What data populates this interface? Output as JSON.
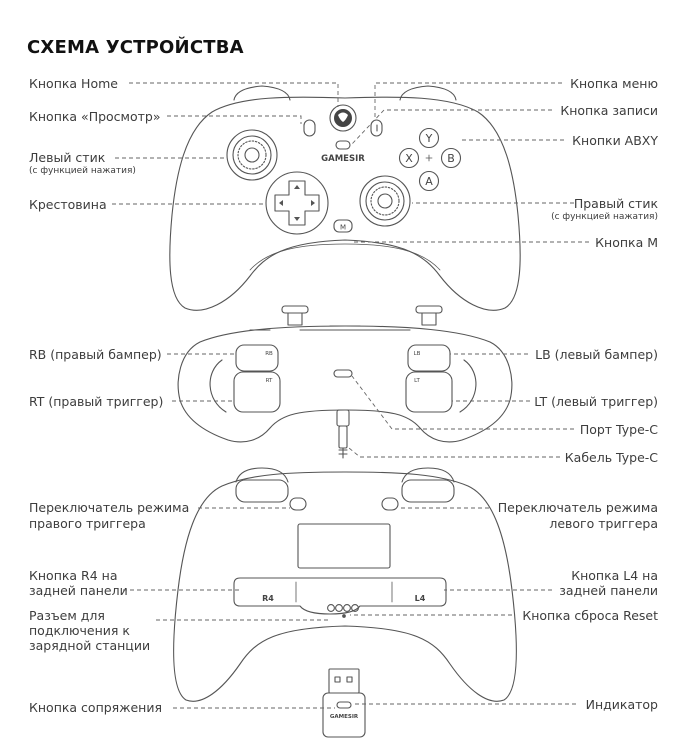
{
  "title": "СХЕМА УСТРОЙСТВА",
  "labels_left": {
    "home": "Кнопка Home",
    "view": "Кнопка «Просмотр»",
    "left_stick": "Левый стик",
    "left_stick_note": "(с функцией нажатия)",
    "dpad": "Крестовина",
    "rb": "RB (правый бампер)",
    "rt": "RT (правый триггер)",
    "right_trigger_switch_1": "Переключатель режима",
    "right_trigger_switch_2": "правого триггера",
    "r4_1": "Кнопка R4 на",
    "r4_2": "задней панели",
    "dock_1": "Разъем для",
    "dock_2": "подключения к",
    "dock_3": "зарядной станции",
    "pair": "Кнопка сопряжения"
  },
  "labels_right": {
    "menu": "Кнопка меню",
    "record": "Кнопка записи",
    "abxy": "Кнопки ABXY",
    "right_stick": "Правый стик",
    "right_stick_note": "(с функцией нажатия)",
    "m_button": "Кнопка M",
    "lb": "LB (левый бампер)",
    "lt": "LT (левый триггер)",
    "typec_port": "Порт Type-C",
    "typec_cable": "Кабель Type-C",
    "left_trigger_switch_1": "Переключатель режима",
    "left_trigger_switch_2": "левого триггера",
    "l4_1": "Кнопка L4 на",
    "l4_2": "задней панели",
    "reset": "Кнопка сброса Reset",
    "indicator": "Индикатор"
  },
  "device_text": {
    "brand": "GAMESIR",
    "btn_y": "Y",
    "btn_x": "X",
    "btn_b": "B",
    "btn_a": "A",
    "btn_m": "M",
    "rb_mark": "RB",
    "rt_mark": "RT",
    "lb_mark": "LB",
    "lt_mark": "LT",
    "r4_mark": "R4",
    "l4_mark": "L4",
    "dongle_brand": "GAMESIR"
  },
  "colors": {
    "line": "#555555",
    "text": "#3d3d3d",
    "title": "#111111"
  }
}
